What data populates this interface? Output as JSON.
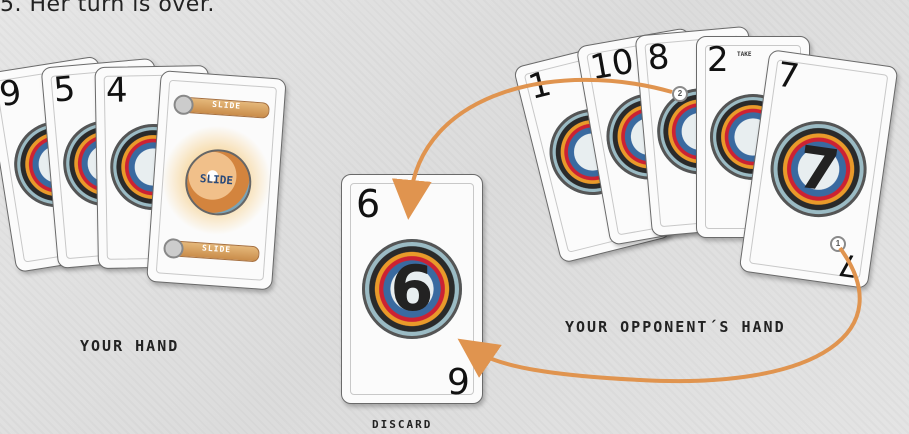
{
  "caption_top": "5. Her turn is over.",
  "your_hand": {
    "label": "YOUR HAND",
    "cards": [
      "9",
      "5",
      "4"
    ],
    "slide_card": {
      "track_label": "SLIDE",
      "center_text": "SLIDE"
    }
  },
  "discard": {
    "label": "DISCARD",
    "card": {
      "value": "6"
    }
  },
  "opponent_hand": {
    "label": "YOUR OPPONENT´S HAND",
    "cards": [
      "1",
      "10",
      "8",
      "2",
      "7"
    ],
    "tiny_text": "TAKE",
    "markers": [
      "1",
      "2"
    ]
  },
  "colors": {
    "arrow": "#e0944f",
    "card_border": "#6a6a6a",
    "badge_blue": "#3a6aa0"
  }
}
